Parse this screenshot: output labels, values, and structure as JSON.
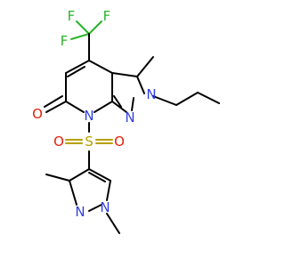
{
  "molecule": {
    "atoms": {
      "f1": "F",
      "f2": "F",
      "f3": "F",
      "n_pyridone": "N",
      "n_pyrazole_a": "N",
      "n_pyrazole_b": "N",
      "o_carbonyl": "O",
      "s_sulfonyl": "S",
      "o_sulfonyl_left": "O",
      "o_sulfonyl_right": "O",
      "n_dimethylpyrazole_a": "N",
      "n_dimethylpyrazole_b": "N"
    },
    "colors": {
      "carbon": "#000000",
      "nitrogen": "#2f3fe0",
      "oxygen": "#e8200c",
      "sulfur": "#b8a000",
      "fluorine": "#2ab52a"
    }
  }
}
